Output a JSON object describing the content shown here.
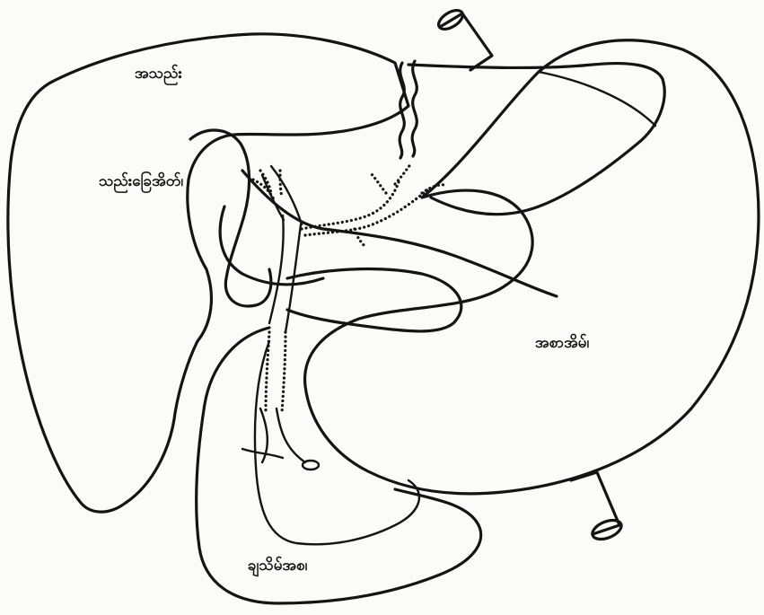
{
  "labels": {
    "liver": "အသည်း",
    "gallbladder": "သည်းခြေအိတ်၊",
    "stomach": "အစာအိမ်၊",
    "duodenum": "ချသိမ်အစ၊"
  }
}
